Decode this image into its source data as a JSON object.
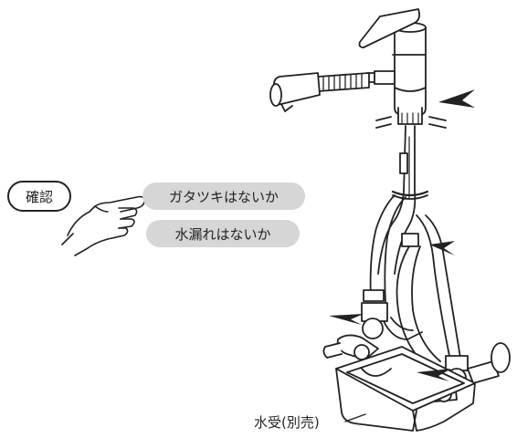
{
  "labels": {
    "confirm": "確認",
    "check_wobble": "ガタツキはないか",
    "check_leak": "水漏れはないか",
    "basin": "水受(別売)"
  },
  "colors": {
    "line": "#222222",
    "pill_fill": "#d6d6d6",
    "background": "#ffffff"
  },
  "icons": [
    "pointing-hand-icon",
    "arrow-indicator-icon"
  ]
}
